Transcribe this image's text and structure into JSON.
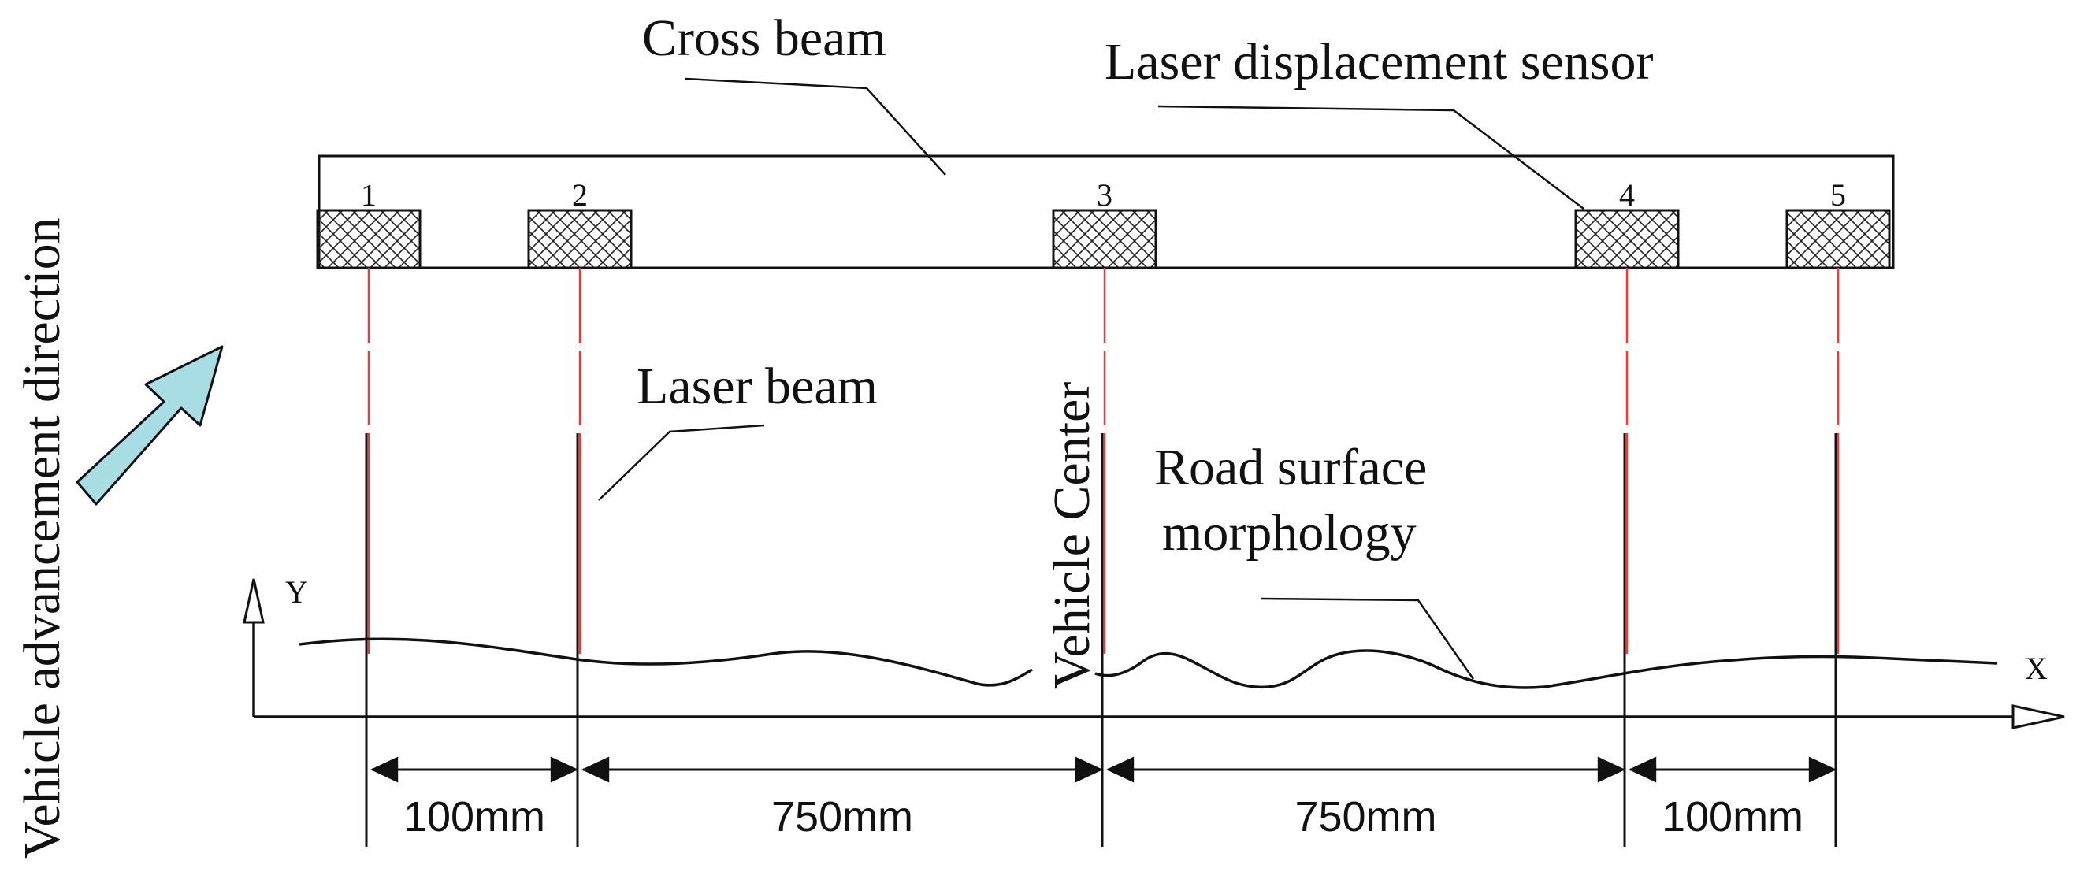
{
  "labels": {
    "cross_beam": "Cross beam",
    "laser_sensor": "Laser displacement sensor",
    "laser_beam": "Laser beam",
    "vehicle_center": "Vehicle Center",
    "road_surface_line1": "Road surface",
    "road_surface_line2": "morphology",
    "advance_direction": "Vehicle advancement direction"
  },
  "axes": {
    "x": "X",
    "y": "Y"
  },
  "sensors": [
    {
      "id": "1"
    },
    {
      "id": "2"
    },
    {
      "id": "3"
    },
    {
      "id": "4"
    },
    {
      "id": "5"
    }
  ],
  "spacings": [
    "100mm",
    "750mm",
    "750mm",
    "100mm"
  ],
  "colors": {
    "laser": "#ff3333",
    "arrow_fill": "#a8dde3",
    "line": "#111111"
  }
}
